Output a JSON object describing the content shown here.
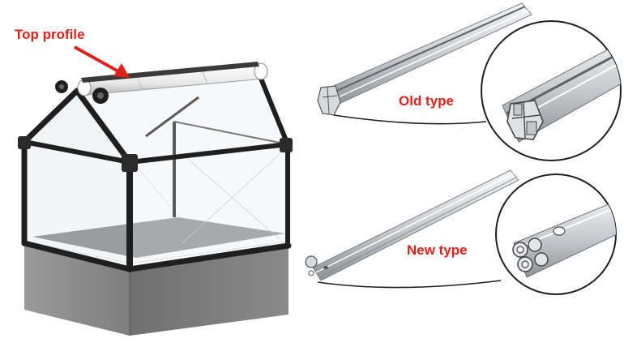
{
  "labels": {
    "top_profile": "Top profile",
    "old_type": "Old type",
    "new_type": "New type"
  },
  "colors": {
    "annotation": "#e0201b",
    "frame": "#1f1f1f",
    "base": "#8d8d8d",
    "aluminium": "#c8ccd0"
  },
  "icons": [
    "arrow-pointer"
  ]
}
